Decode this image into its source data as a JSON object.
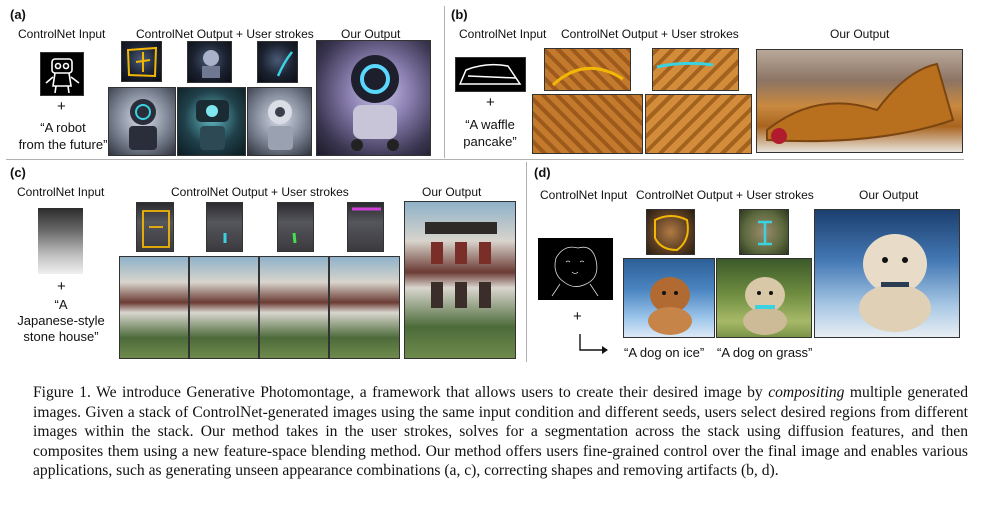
{
  "panels": {
    "a": {
      "label": "(a)",
      "input_header": "ControlNet Input",
      "stack_header": "ControlNet Output + User strokes",
      "output_header": "Our Output",
      "plus": "+",
      "prompt_line1": "“A robot",
      "prompt_line2": "from the future”"
    },
    "b": {
      "label": "(b)",
      "input_header": "ControlNet Input",
      "stack_header": "ControlNet Output + User strokes",
      "output_header": "Our Output",
      "plus": "+",
      "prompt_line1": "“A waffle",
      "prompt_line2": "pancake”"
    },
    "c": {
      "label": "(c)",
      "input_header": "ControlNet Input",
      "stack_header": "ControlNet Output + User strokes",
      "output_header": "Our Output",
      "plus": "+",
      "prompt_line1": "“A",
      "prompt_line2": "Japanese-style",
      "prompt_line3": "stone house”"
    },
    "d": {
      "label": "(d)",
      "input_header": "ControlNet Input",
      "stack_header": "ControlNet Output + User strokes",
      "output_header": "Our Output",
      "plus": "+",
      "prompt_ice": "“A dog on ice”",
      "prompt_grass": "“A dog on grass”"
    }
  },
  "stroke_colors": {
    "yellow": "#f2b705",
    "cyan": "#3ad2e0",
    "magenta": "#d040d8",
    "green": "#44e04a"
  },
  "caption": {
    "part1": "Figure 1. We introduce Generative Photomontage, a framework that allows users to create their desired image by ",
    "emph": "compositing",
    "part2": " multiple generated images. Given a stack of ControlNet-generated images using the same input condition and different seeds, users select desired regions from different images within the stack. Our method takes in the user strokes, solves for a segmentation across the stack using diffusion features, and then composites them using a new feature-space blending method. Our method offers users fine-grained control over the final image and enables various applications, such as generating unseen appearance combinations (a, c), correcting shapes and removing artifacts (b, d)."
  }
}
